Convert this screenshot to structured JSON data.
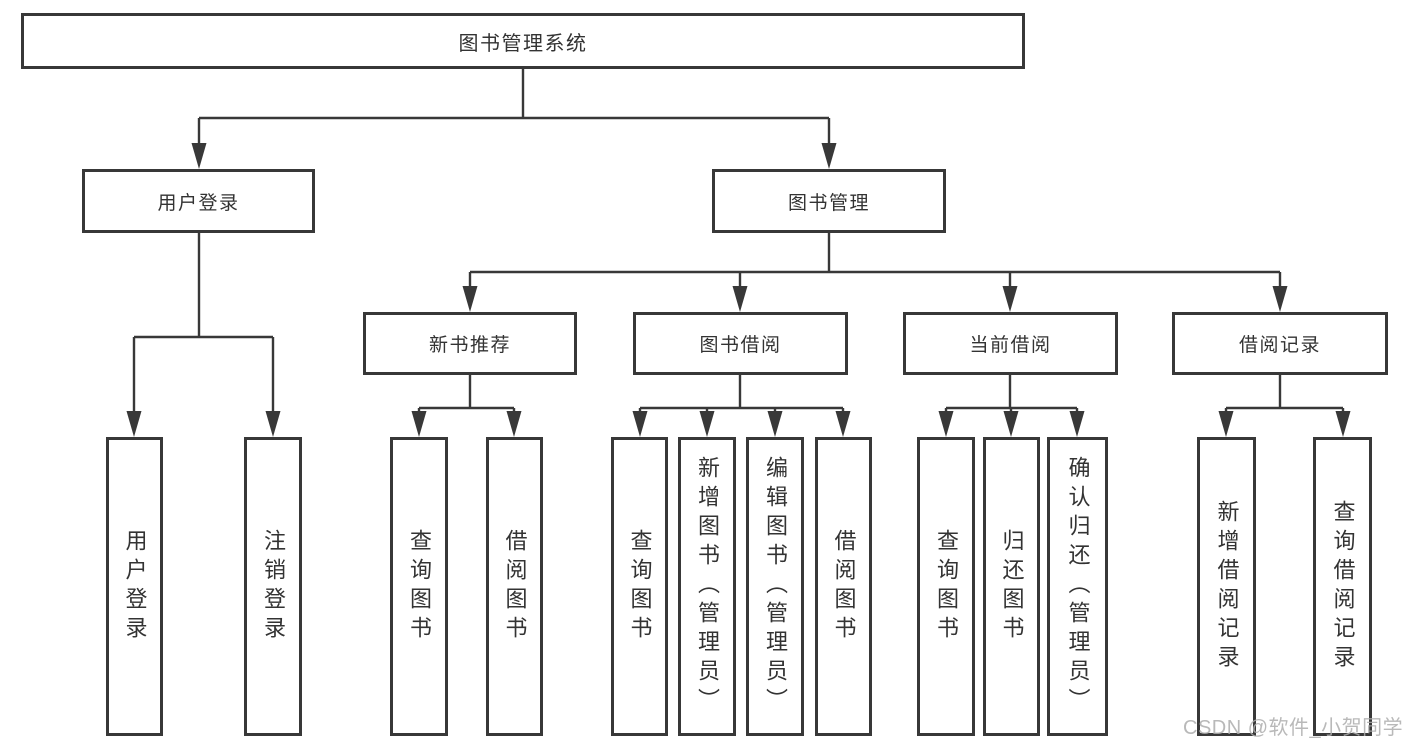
{
  "diagram": {
    "root": "图书管理系统",
    "level2": [
      {
        "label": "用户登录",
        "leaves": [
          "用户登录",
          "注销登录"
        ]
      },
      {
        "label": "图书管理",
        "children": [
          {
            "label": "新书推荐",
            "leaves": [
              "查询图书",
              "借阅图书"
            ]
          },
          {
            "label": "图书借阅",
            "leaves": [
              "查询图书",
              "新增图书（管理员）",
              "编辑图书（管理员）",
              "借阅图书"
            ]
          },
          {
            "label": "当前借阅",
            "leaves": [
              "查询图书",
              "归还图书",
              "确认归还（管理员）"
            ]
          },
          {
            "label": "借阅记录",
            "leaves": [
              "新增借阅记录",
              "查询借阅记录"
            ]
          }
        ]
      }
    ]
  },
  "watermark": "CSDN @软件_小贺同学",
  "colors": {
    "line": "#383838",
    "box_border": "#383838",
    "text": "#333333",
    "background": "#ffffff",
    "watermark_text": "#adadad"
  }
}
